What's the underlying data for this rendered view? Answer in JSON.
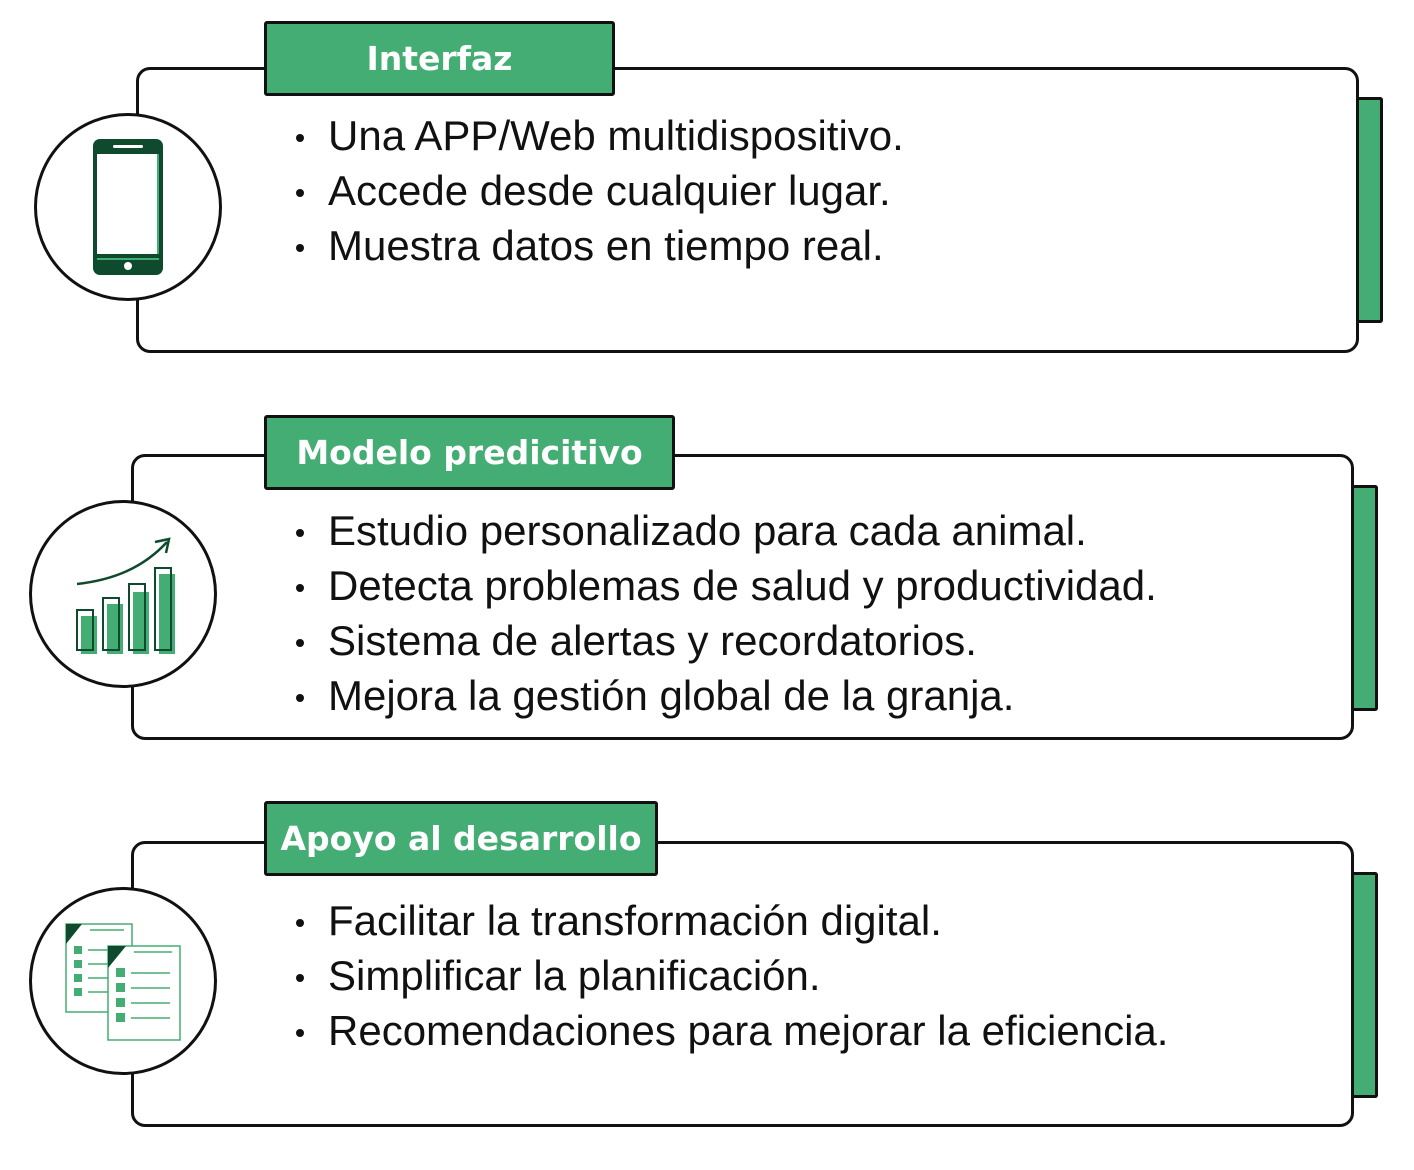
{
  "colors": {
    "accent": "#43ad74",
    "accent_dark": "#0f4a2e",
    "outline": "#111111"
  },
  "cards": [
    {
      "title": "Interfaz",
      "icon": "smartphone-icon",
      "items": [
        "Una APP/Web multidispositivo.",
        "Accede desde cualquier lugar.",
        "Muestra datos en tiempo real."
      ]
    },
    {
      "title": "Modelo predicitivo",
      "icon": "growth-bar-chart-icon",
      "items": [
        "Estudio personalizado para cada animal.",
        "Detecta problemas de salud y productividad.",
        "Sistema de alertas y recordatorios.",
        "Mejora la gestión global de la granja."
      ]
    },
    {
      "title": "Apoyo al desarrollo",
      "icon": "checklist-documents-icon",
      "items": [
        "Facilitar la transformación digital.",
        "Simplificar la planificación.",
        "Recomendaciones para mejorar la eficiencia."
      ]
    }
  ]
}
